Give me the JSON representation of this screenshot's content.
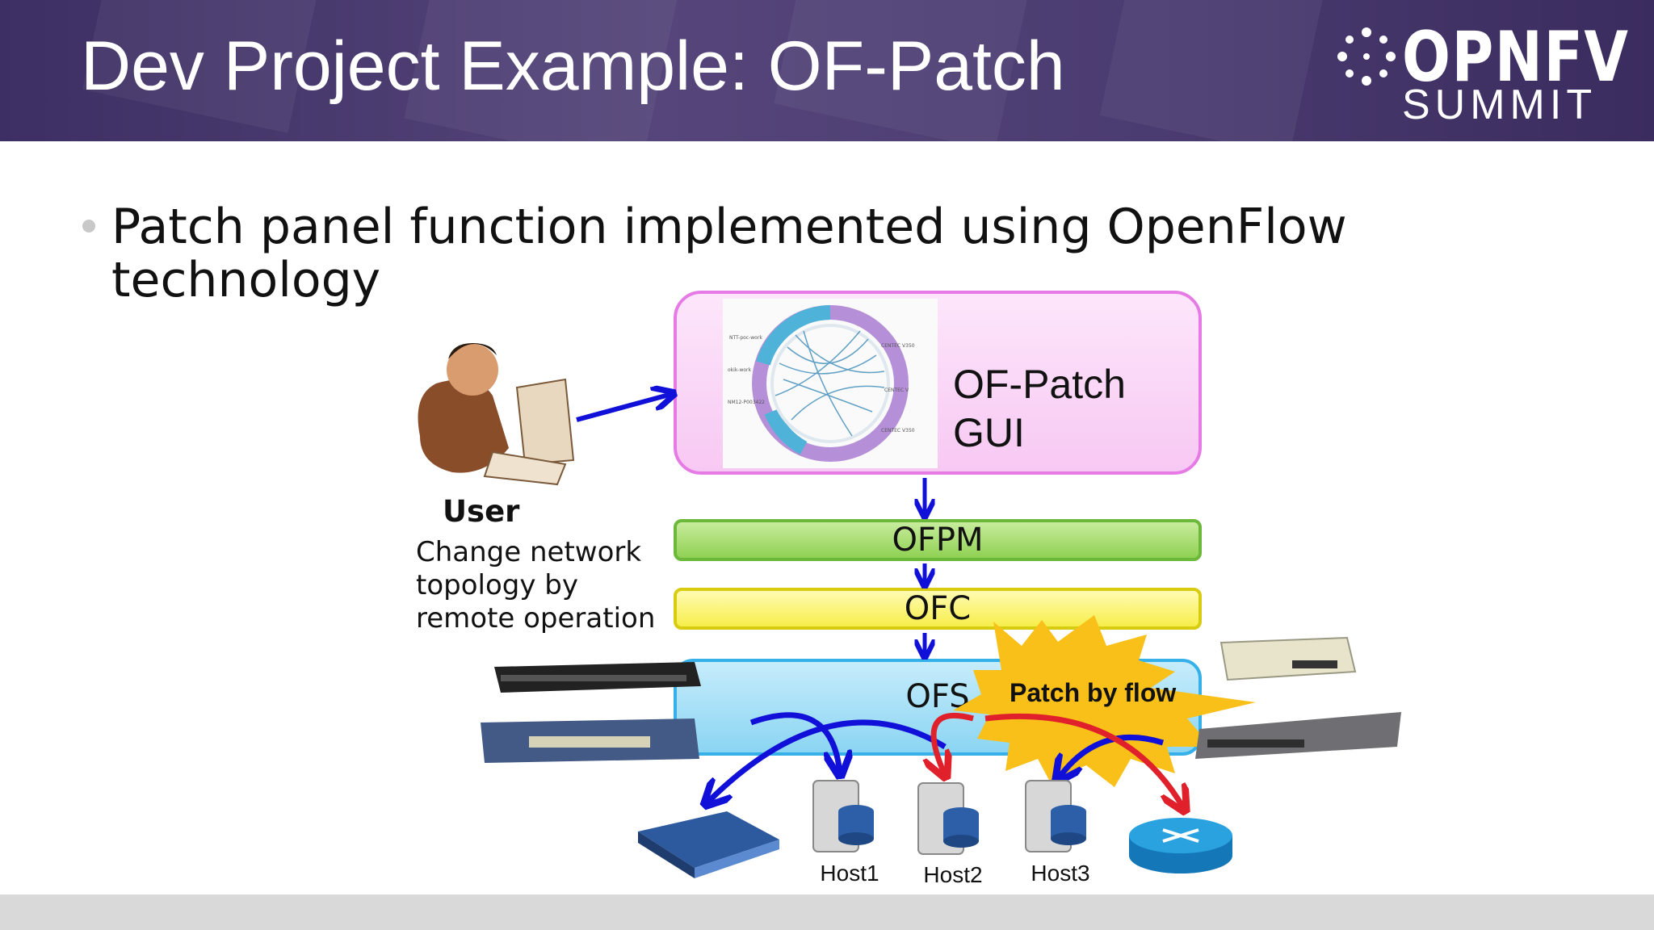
{
  "slide": {
    "title": "Dev Project Example: OF-Patch",
    "logo": {
      "top": "OPNFV",
      "bottom": "SUMMIT"
    },
    "bullet": "Patch panel function implemented using OpenFlow technology"
  },
  "diagram": {
    "gui_label_line1": "OF-Patch",
    "gui_label_line2": "GUI",
    "ofpm": "OFPM",
    "ofc": "OFC",
    "ofs": "OFS",
    "burst": "Patch by flow",
    "user_label": "User",
    "user_desc_1": "Change network",
    "user_desc_2": "topology by",
    "user_desc_3": "remote operation",
    "hosts": [
      "Host1",
      "Host2",
      "Host3"
    ]
  },
  "colors": {
    "header": "#4a3b70",
    "gui_border": "#e67be6",
    "ofpm": "#8fd153",
    "ofc": "#f6ee4a",
    "ofs": "#8bd5f3",
    "arrow_blue": "#1010d8",
    "arrow_red": "#e0202a",
    "burst": "#f8c018"
  },
  "icons": [
    "opnfv-logo-icon",
    "user-at-computer-icon",
    "switch-icon",
    "server-icon",
    "router-icon",
    "hub-icon",
    "circular-graph-image"
  ]
}
